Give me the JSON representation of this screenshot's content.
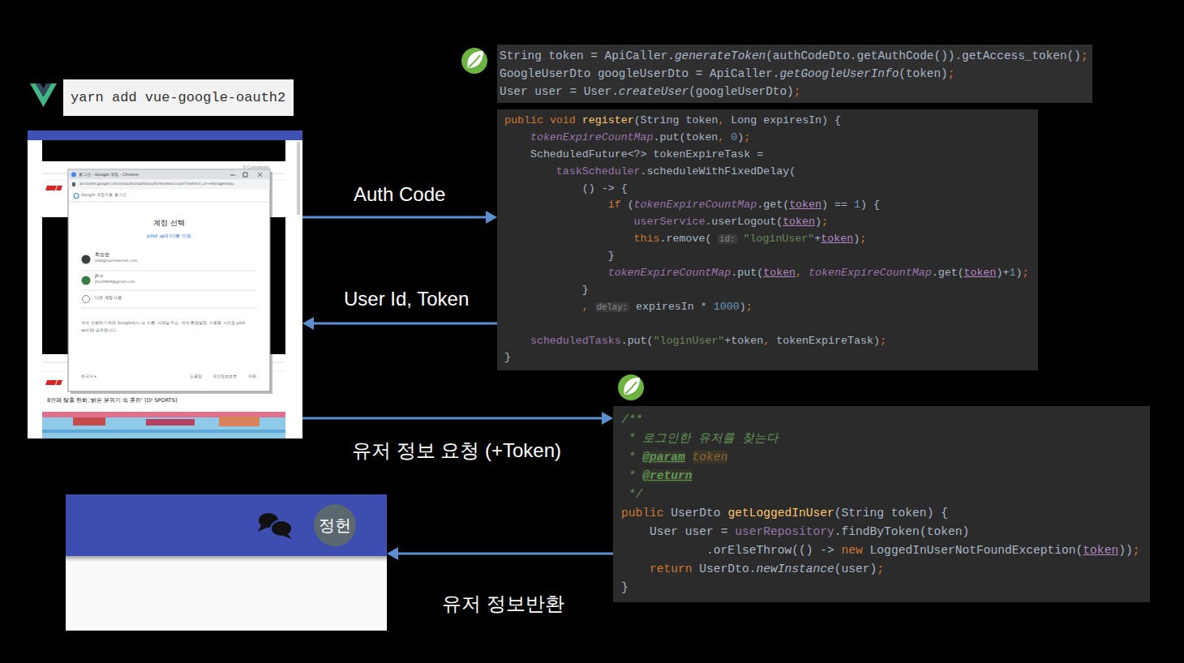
{
  "diagram": {
    "nodes": [
      {
        "text": [
          "yarn add vue-google-oauth2"
        ]
      },
      {
        "text": [
          "8연패 탈출 한화,'밝은 분위기 속 훈련' [O! SPORTS]"
        ]
      },
      {
        "text": [
          "로그인 - Google 계정 - Chrome",
          "accounts.google.com/o/oauth2/auth/oauthchooseaccount?redirect_uri=storagerelay...",
          "Google 계정으로 로그인",
          "계정 선택",
          "pilot api(으)로 이동",
          "최정헌",
          "ilsat@zuminternet.com",
          "jh c",
          "jhun9409@gmail.com",
          "다른 계정 사용",
          "계속 진행하기 위해 Google에서 내 이름, 이메일 주소, 언어 환경설정, 프로필 사진을 pilot api(와) 공유합니다.",
          "한국어 ▾",
          "도움말",
          "개인정보보호",
          "약관"
        ],
        "in": 1
      },
      {
        "text": [
          "String token = ApiCaller.generateToken(authCodeDto.getAuthCode()).getAccess_token();",
          "GoogleUserDto googleUserDto = ApiCaller.getGoogleUserInfo(token);",
          "User user = User.createUser(googleUserDto);"
        ]
      },
      {
        "text": [
          "public void register(String token, Long expiresIn) {",
          "    tokenExpireCountMap.put(token, 0);",
          "    ScheduledFuture<?> tokenExpireTask =",
          "        taskScheduler.scheduleWithFixedDelay(",
          "            () -> {",
          "                if (tokenExpireCountMap.get(token) == 1) {",
          "                    userService.userLogout(token);",
          "                    this.remove( id: \"loginUser\"+token);",
          "                }",
          "                tokenExpireCountMap.put(token, tokenExpireCountMap.get(token)+1);",
          "            }",
          "            , delay: expiresIn * 1000);",
          "    scheduledTasks.put(\"loginUser\"+token, tokenExpireTask);",
          "}"
        ]
      },
      {
        "text": [
          "/**",
          " * 로그인한 유저를 찾는다",
          " * @param token",
          " * @return",
          " */",
          "public UserDto getLoggedInUser(String token) {",
          "    User user = userRepository.findByToken(token)",
          "            .orElseThrow(() -> new LoggedInUserNotFoundException(token));",
          "    return UserDto.newInstance(user);",
          "}"
        ]
      },
      {
        "text": []
      },
      {
        "text": [
          "정헌"
        ],
        "in": 6
      }
    ],
    "edges": [
      {
        "from": 1,
        "to": 4,
        "label": "Auth Code",
        "arrow": "to"
      },
      {
        "from": 4,
        "to": 1,
        "label": "User Id, Token",
        "arrow": "to"
      },
      {
        "from": 1,
        "to": 5,
        "label": "유저 정보 요청 (+Token)",
        "arrow": "to"
      },
      {
        "from": 5,
        "to": 6,
        "label": "유저 정보반환",
        "arrow": "to"
      }
    ],
    "labels": [
      "0 Comments"
    ]
  }
}
